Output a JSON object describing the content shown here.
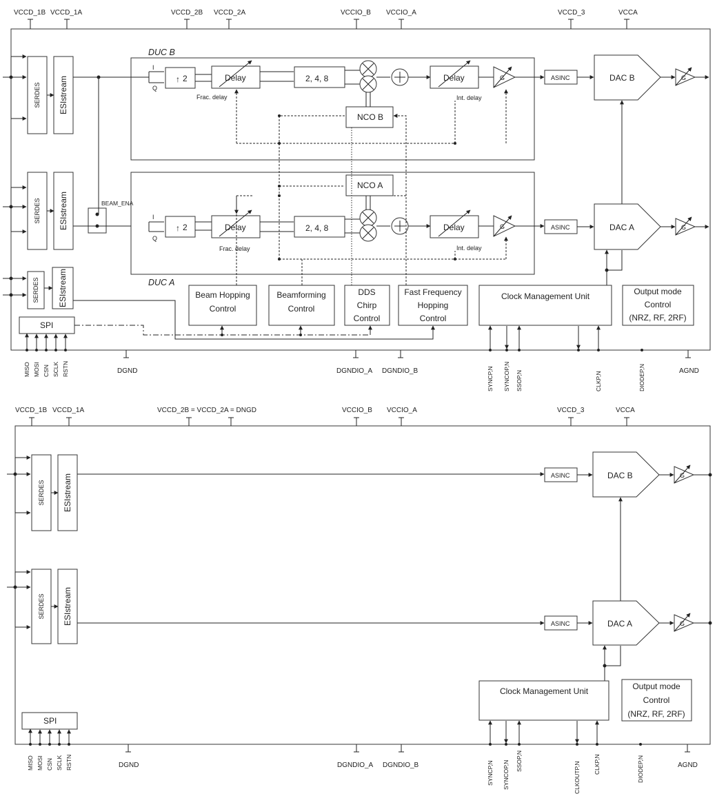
{
  "top": {
    "supply_pins": [
      "VCCD_1B",
      "VCCD_1A",
      "VCCD_2B",
      "VCCD_2A",
      "VCCIO_B",
      "VCCIO_A",
      "VCCD_3",
      "VCCA"
    ],
    "ground_pins": [
      "DGND",
      "DGNDIO_A",
      "DGNDIO_B",
      "AGND"
    ],
    "spi_pins": [
      "MISO",
      "MOSI",
      "CSN",
      "SCLK",
      "RSTN"
    ],
    "clock_pins": [
      "SYNCP,N",
      "SYNCOP,N",
      "SSOP,N",
      "CLKP,N",
      "DIODEP,N"
    ],
    "serdes": "SERDES",
    "esistream": "ESIstream",
    "spi": "SPI",
    "beam_ena": "BEAM_ENA",
    "duc_b": "DUC B",
    "duc_a": "DUC A",
    "i": "I",
    "q": "Q",
    "interp2": "2",
    "interp248": "2, 4, 8",
    "delay": "Delay",
    "frac_delay": "Frac. delay",
    "int_delay": "Int. delay",
    "nco_b": "NCO B",
    "nco_a": "NCO A",
    "gain": "G",
    "asinc": "ASINC",
    "dac_b": "DAC B",
    "dac_a": "DAC A",
    "beam_hopping": [
      "Beam Hopping",
      "Control"
    ],
    "beamforming": [
      "Beamforming",
      "Control"
    ],
    "dds_chirp": [
      "DDS",
      "Chirp",
      "Control"
    ],
    "ffh": [
      "Fast Frequency",
      "Hopping",
      "Control"
    ],
    "cmu": "Clock Management Unit",
    "output_mode": [
      "Output mode",
      "Control",
      "(NRZ, RF, 2RF)"
    ]
  },
  "bottom": {
    "supply_pins": [
      "VCCD_1B",
      "VCCD_1A",
      "VCCD_2B = VCCD_2A = DNGD",
      "VCCIO_B",
      "VCCIO_A",
      "VCCD_3",
      "VCCA"
    ],
    "ground_pins": [
      "DGND",
      "DGNDIO_A",
      "DGNDIO_B",
      "AGND"
    ],
    "spi_pins": [
      "MISO",
      "MOSI",
      "CSN",
      "SCLK",
      "RSTN"
    ],
    "clock_pins": [
      "SYNCP,N",
      "SYNCOP,N",
      "SSOP,N",
      "CLKOUTP,N",
      "CLKP,N",
      "DIODEP,N"
    ],
    "serdes": "SERDES",
    "esistream": "ESIstream",
    "spi": "SPI",
    "gain": "G",
    "asinc": "ASINC",
    "dac_b": "DAC B",
    "dac_a": "DAC A",
    "cmu": "Clock Management Unit",
    "output_mode": [
      "Output mode",
      "Control",
      "(NRZ, RF, 2RF)"
    ]
  }
}
